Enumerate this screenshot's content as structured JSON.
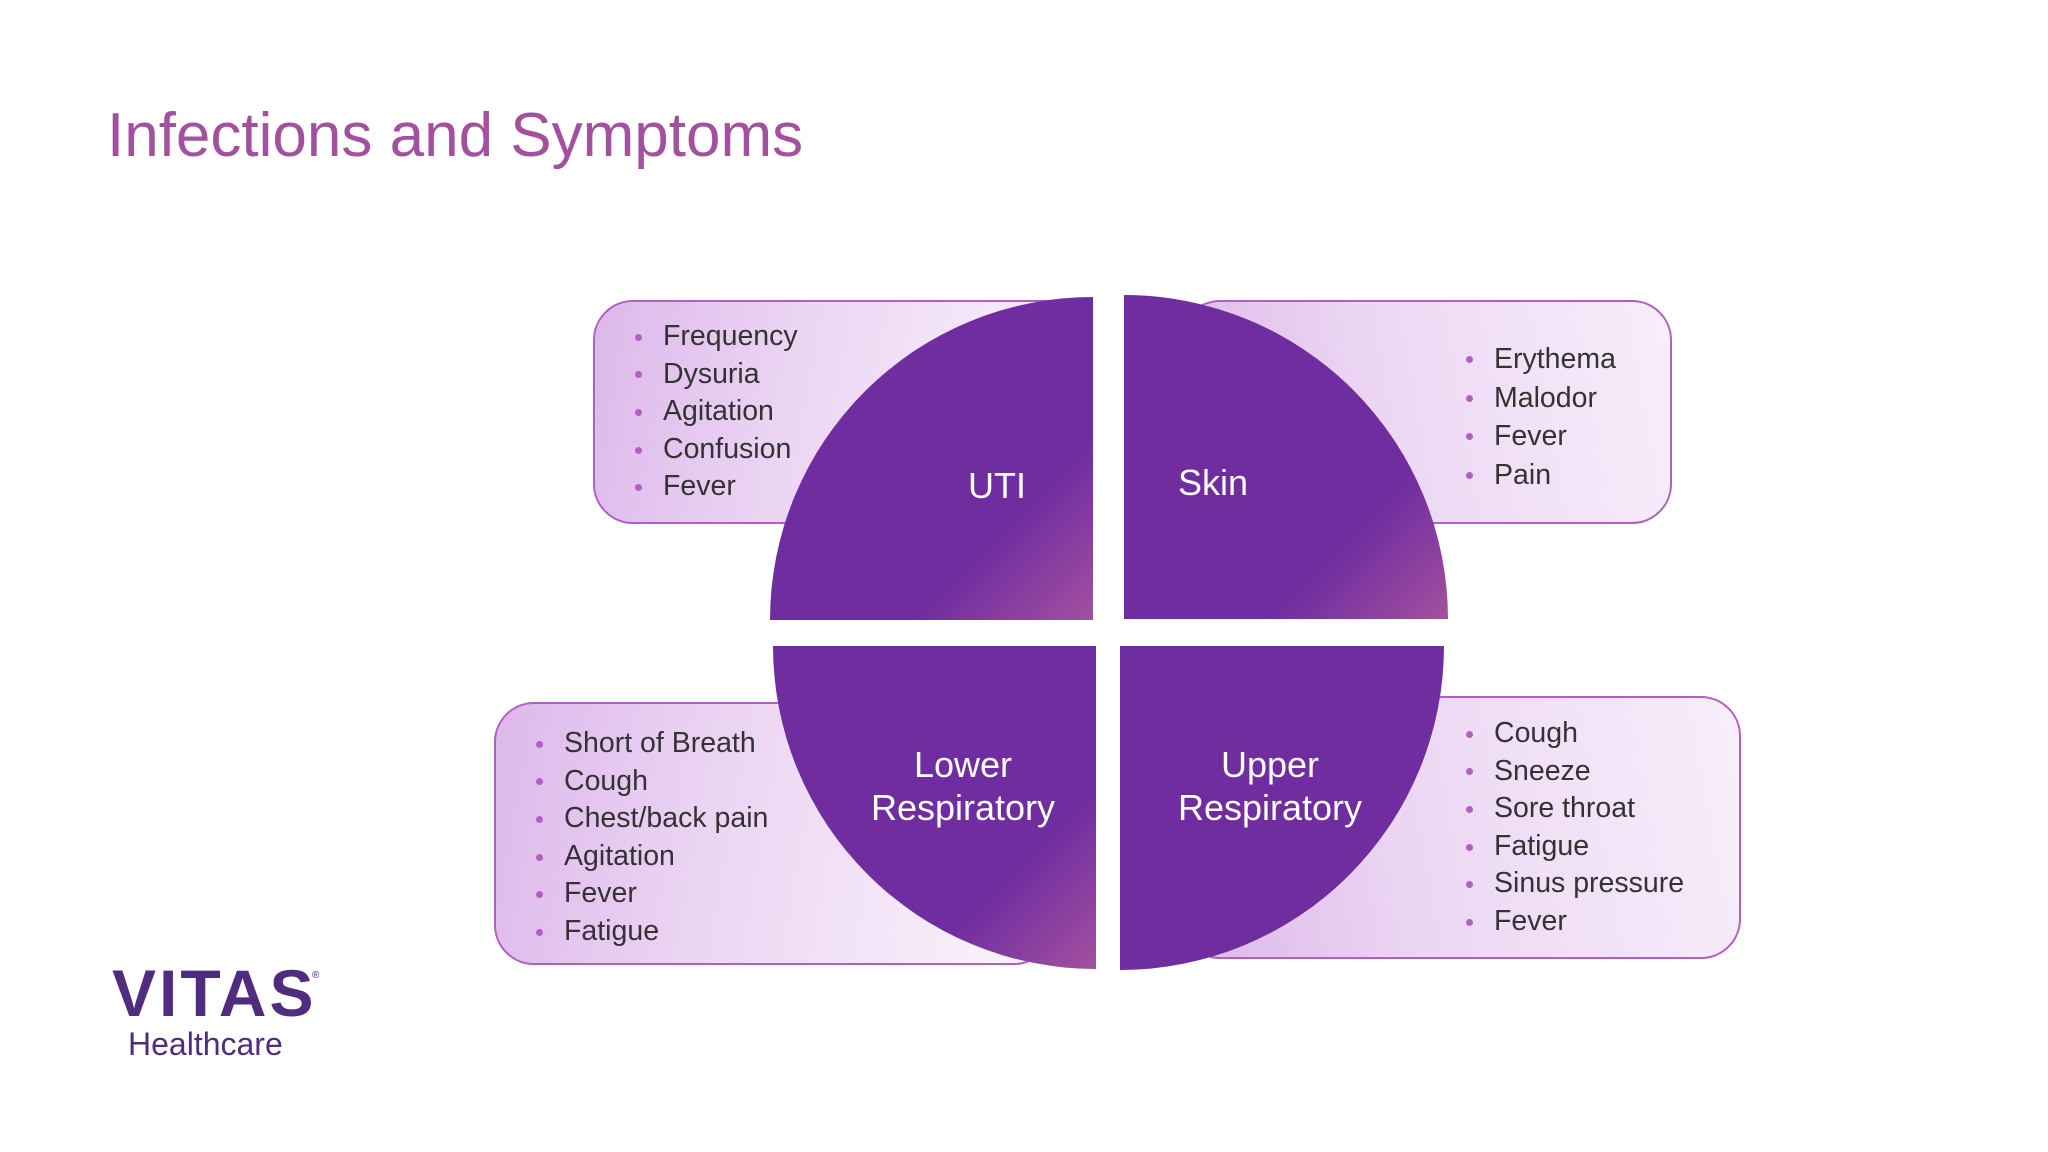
{
  "title": "Infections and Symptoms",
  "colors": {
    "title": "#a3509f",
    "quadrant": "#6f2da0",
    "quadrant_accent": "#a3509f",
    "panel_border": "#b15fc0",
    "logo": "#4f2c7e"
  },
  "quadrants": [
    {
      "label": "UTI",
      "symptoms": [
        "Frequency",
        "Dysuria",
        "Agitation",
        "Confusion",
        "Fever"
      ]
    },
    {
      "label": "Skin",
      "symptoms": [
        "Erythema",
        "Malodor",
        "Fever",
        "Pain"
      ]
    },
    {
      "label_lines": [
        "Lower",
        "Respiratory"
      ],
      "symptoms": [
        "Short of Breath",
        "Cough",
        "Chest/back pain",
        "Agitation",
        "Fever",
        "Fatigue"
      ]
    },
    {
      "label_lines": [
        "Upper",
        "Respiratory"
      ],
      "symptoms": [
        "Cough",
        "Sneeze",
        "Sore throat",
        "Fatigue",
        "Sinus pressure",
        "Fever"
      ]
    }
  ],
  "logo": {
    "word": "VITAS",
    "sub": "Healthcare",
    "mark": "®"
  }
}
